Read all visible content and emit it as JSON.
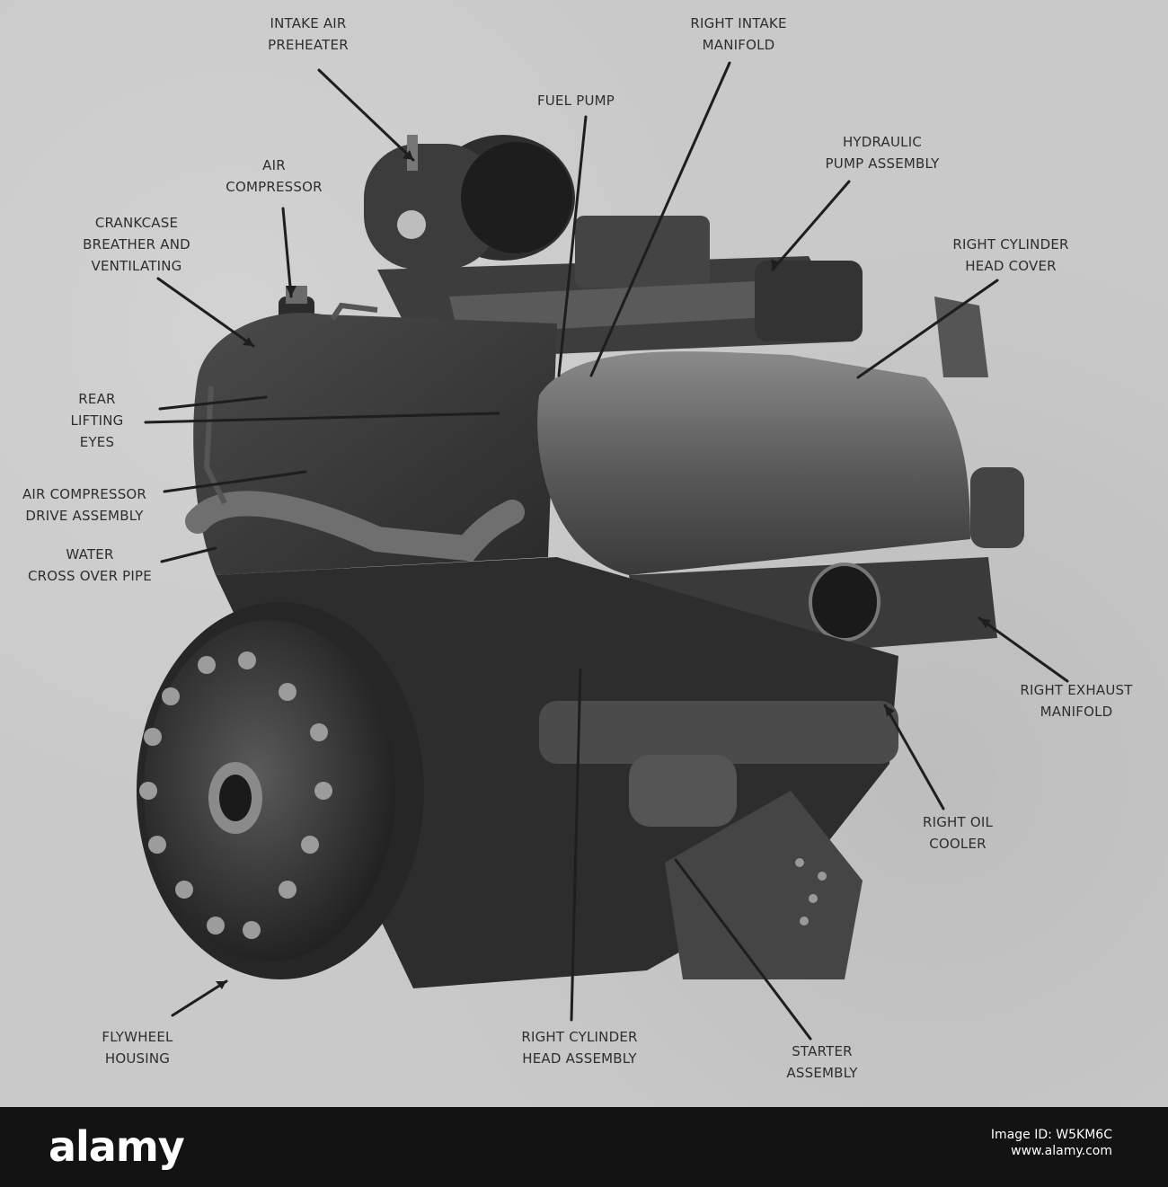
{
  "callouts": {
    "intake_air_preheater": [
      "INTAKE AIR",
      "PREHEATER"
    ],
    "right_intake_manifold": [
      "RIGHT INTAKE",
      "MANIFOLD"
    ],
    "fuel_pump": [
      "FUEL PUMP"
    ],
    "hydraulic_pump_assembly": [
      "HYDRAULIC",
      "PUMP ASSEMBLY"
    ],
    "air_compressor": [
      "AIR",
      "COMPRESSOR"
    ],
    "crankcase_breather": [
      "CRANKCASE",
      "BREATHER AND",
      "VENTILATING"
    ],
    "right_cylinder_head_cover": [
      "RIGHT CYLINDER",
      "HEAD COVER"
    ],
    "rear_lifting_eyes": [
      "REAR",
      "LIFTING",
      "EYES"
    ],
    "air_compressor_drive": [
      "AIR COMPRESSOR",
      "DRIVE ASSEMBLY"
    ],
    "water_cross_over_pipe": [
      "WATER",
      "CROSS OVER PIPE"
    ],
    "right_exhaust_manifold": [
      "RIGHT EXHAUST",
      "MANIFOLD"
    ],
    "right_oil_cooler": [
      "RIGHT OIL",
      "COOLER"
    ],
    "flywheel_housing": [
      "FLYWHEEL",
      "HOUSING"
    ],
    "right_cylinder_head_assembly": [
      "RIGHT CYLINDER",
      "HEAD ASSEMBLY"
    ],
    "starter_assembly": [
      "STARTER",
      "ASSEMBLY"
    ]
  },
  "footer": {
    "brand": "alamy",
    "image_id_label": "Image ID: W5KM6C",
    "url": "www.alamy.com"
  },
  "colors": {
    "plate_background": "#c9c9c9",
    "engine_dark": "#2b2b2b",
    "engine_mid": "#4a4a4a",
    "engine_light": "#7a7a7a",
    "leader_line": "#1e1e1e",
    "footer_background": "#131313",
    "footer_text": "#ffffff"
  }
}
